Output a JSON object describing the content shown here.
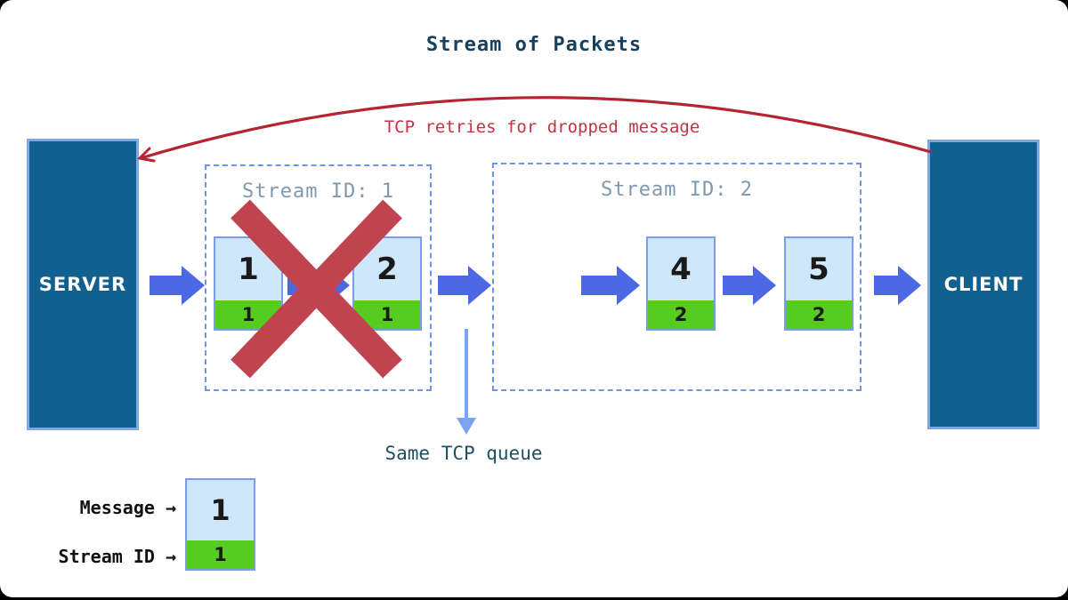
{
  "title": "Stream of Packets",
  "annotations": {
    "retry": "TCP retries for dropped message",
    "queue": "Same TCP queue"
  },
  "server": {
    "label": "SERVER"
  },
  "client": {
    "label": "CLIENT"
  },
  "streams": [
    {
      "label": "Stream ID: 1",
      "dropped": true,
      "packets": [
        {
          "message": "1",
          "stream_id": "1"
        },
        {
          "message": "2",
          "stream_id": "1"
        }
      ]
    },
    {
      "label": "Stream ID: 2",
      "dropped": false,
      "packets": [
        {
          "message": "4",
          "stream_id": "2"
        },
        {
          "message": "5",
          "stream_id": "2"
        }
      ]
    }
  ],
  "legend": {
    "message_label": "Message",
    "stream_id_label": "Stream ID",
    "arrow_glyph": "→",
    "sample": {
      "message": "1",
      "stream_id": "1"
    }
  },
  "colors": {
    "node_fill": "#11608f",
    "node_border": "#7ea9e9",
    "packet_fill": "#cfe7fa",
    "packet_border": "#7b9ce9",
    "stream_id_fill": "#56cb20",
    "flow_arrow_blue": "#4c68e4",
    "queue_arrow_blue": "#7ba4f0",
    "drop_x_red": "#c04350",
    "retry_arrow_red": "#b52433",
    "title_navy": "#16405e",
    "stream_label_slate": "#7e99ae"
  }
}
